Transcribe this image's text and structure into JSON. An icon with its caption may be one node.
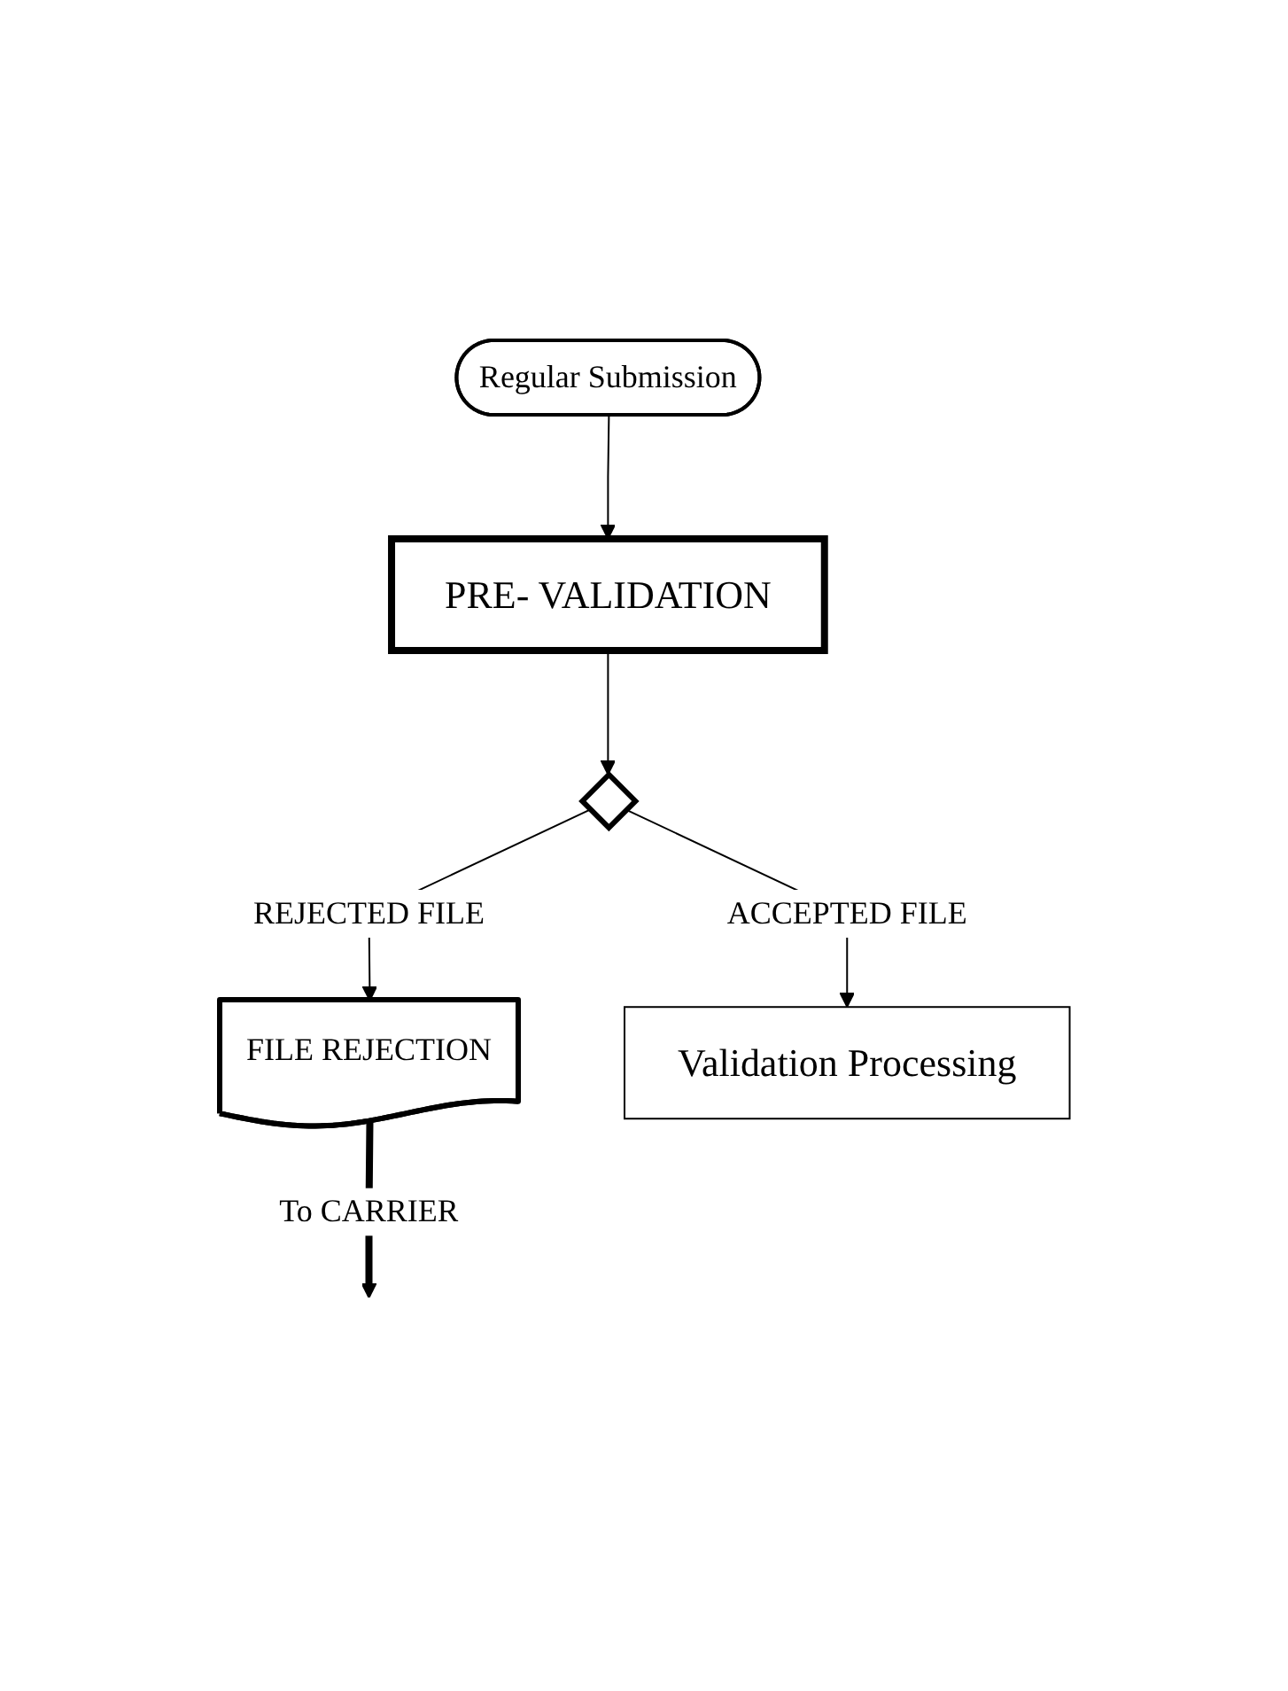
{
  "diagram": {
    "nodes": [
      {
        "text": [
          "Regular Submission"
        ]
      },
      {
        "text": [
          "PRE- VALIDATION"
        ]
      },
      {
        "text": [],
        "shape": "diamond"
      },
      {
        "text": [
          "FILE REJECTION"
        ]
      },
      {
        "text": [
          "Validation Processing"
        ]
      }
    ],
    "edges": [
      {
        "from": 0,
        "to": 1,
        "arrow": "to"
      },
      {
        "from": 1,
        "to": 2,
        "arrow": "to"
      },
      {
        "from": 2,
        "to": 3,
        "arrow": "to",
        "label": "REJECTED FILE"
      },
      {
        "from": 2,
        "to": 4,
        "arrow": "to",
        "label": "ACCEPTED FILE"
      },
      {
        "from": 3,
        "to": null,
        "arrow": "to",
        "label": "To CARRIER",
        "style": "thick"
      }
    ]
  }
}
